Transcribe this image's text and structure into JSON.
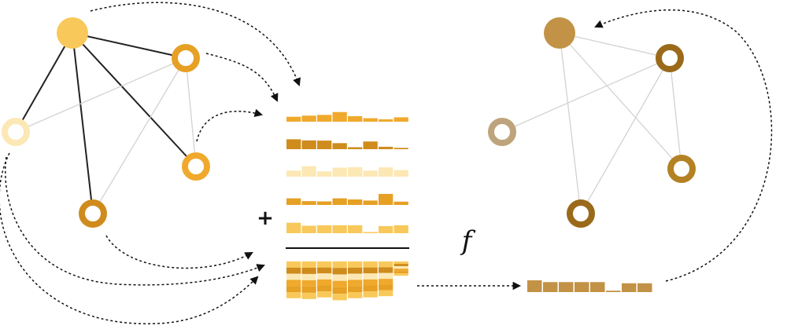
{
  "operator_plus": "+",
  "function_label": "f",
  "colors": {
    "yellow": "#f8c95a",
    "gold": "#f0a92c",
    "orange_gold": "#e6a024",
    "dark_gold": "#cf8c1c",
    "pale": "#fce8b5",
    "brown": "#c29246",
    "dark_brown": "#9a6a1a",
    "mid_brown": "#b48224",
    "taupe": "#bea47c",
    "edge_dark": "#222222",
    "edge_light": "#d2d2d2",
    "arrow": "#111111"
  },
  "input_graph": {
    "nodes": [
      {
        "id": "n0",
        "kind": "filled",
        "color": "#f8c95a"
      },
      {
        "id": "n1",
        "kind": "ring",
        "color": "#e6a024"
      },
      {
        "id": "n2",
        "kind": "ring",
        "color": "#fce8b5"
      },
      {
        "id": "n3",
        "kind": "ring",
        "color": "#f0a92c"
      },
      {
        "id": "n4",
        "kind": "ring",
        "color": "#cf8c1c"
      }
    ],
    "edges": [
      {
        "from": "n0",
        "to": "n1",
        "style": "dark"
      },
      {
        "from": "n0",
        "to": "n2",
        "style": "dark"
      },
      {
        "from": "n0",
        "to": "n3",
        "style": "dark"
      },
      {
        "from": "n0",
        "to": "n4",
        "style": "dark"
      },
      {
        "from": "n1",
        "to": "n2",
        "style": "light"
      },
      {
        "from": "n1",
        "to": "n3",
        "style": "light"
      },
      {
        "from": "n1",
        "to": "n4",
        "style": "light"
      }
    ]
  },
  "output_graph": {
    "nodes": [
      {
        "id": "m0",
        "kind": "filled",
        "color": "#c29246"
      },
      {
        "id": "m1",
        "kind": "ring",
        "color": "#9a6a1a"
      },
      {
        "id": "m2",
        "kind": "ring",
        "color": "#bea47c"
      },
      {
        "id": "m3",
        "kind": "ring",
        "color": "#b48224"
      },
      {
        "id": "m4",
        "kind": "ring",
        "color": "#9a6a1a"
      }
    ],
    "edges": [
      {
        "from": "m0",
        "to": "m1",
        "style": "light"
      },
      {
        "from": "m0",
        "to": "m3",
        "style": "light"
      },
      {
        "from": "m0",
        "to": "m4",
        "style": "light"
      },
      {
        "from": "m1",
        "to": "m2",
        "style": "light"
      },
      {
        "from": "m1",
        "to": "m3",
        "style": "light"
      },
      {
        "from": "m1",
        "to": "m4",
        "style": "light"
      }
    ]
  },
  "feature_vectors": [
    {
      "node": "n1",
      "color": "#f0a92c",
      "values": [
        0.45,
        0.55,
        0.62,
        0.88,
        0.5,
        0.32,
        0.22,
        0.4
      ]
    },
    {
      "node": "n4",
      "color": "#cf8c1c",
      "values": [
        0.9,
        0.8,
        0.78,
        0.55,
        0.18,
        0.7,
        0.22,
        0.12
      ]
    },
    {
      "node": "n2",
      "color": "#fce8b5",
      "values": [
        0.55,
        0.95,
        0.48,
        0.82,
        0.86,
        0.55,
        0.85,
        0.6
      ]
    },
    {
      "node": "n0",
      "color": "#e6a024",
      "values": [
        0.6,
        0.35,
        0.32,
        0.6,
        0.5,
        0.4,
        1.0,
        0.3
      ]
    },
    {
      "node": "n3",
      "color": "#f8c95a",
      "values": [
        0.95,
        0.68,
        0.72,
        0.72,
        0.72,
        0.08,
        0.65,
        0.72
      ]
    }
  ],
  "aggregate_vector": {
    "values": [
      0.9,
      0.92,
      0.88,
      0.95,
      0.9,
      0.88,
      0.85,
      0.35
    ]
  },
  "output_vector": {
    "color": "#c29246",
    "values": [
      1.0,
      0.85,
      0.85,
      0.85,
      0.85,
      0.12,
      0.75,
      0.75
    ]
  }
}
